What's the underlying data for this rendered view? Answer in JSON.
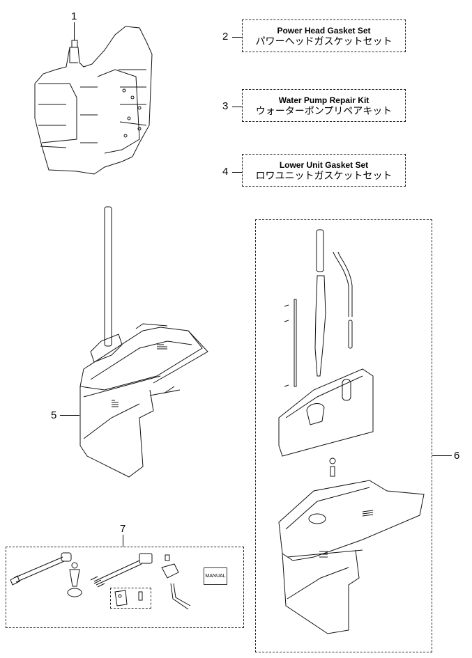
{
  "callouts": [
    {
      "number": "1",
      "part": "power-head"
    },
    {
      "number": "2",
      "part": "power-head-gasket-set"
    },
    {
      "number": "3",
      "part": "water-pump-repair-kit"
    },
    {
      "number": "4",
      "part": "lower-unit-gasket-set"
    },
    {
      "number": "5",
      "part": "lower-unit-assembly"
    },
    {
      "number": "6",
      "part": "lower-unit-kit-group"
    },
    {
      "number": "7",
      "part": "accessory-kit-group"
    }
  ],
  "kits": [
    {
      "en": "Power Head Gasket Set",
      "jp": "パワーヘッドガスケットセット"
    },
    {
      "en": "Water Pump Repair Kit",
      "jp": "ウォーターポンプリペアキット"
    },
    {
      "en": "Lower Unit Gasket Set",
      "jp": "ロワユニットガスケットセット"
    }
  ],
  "manual_label": "MANUAL"
}
